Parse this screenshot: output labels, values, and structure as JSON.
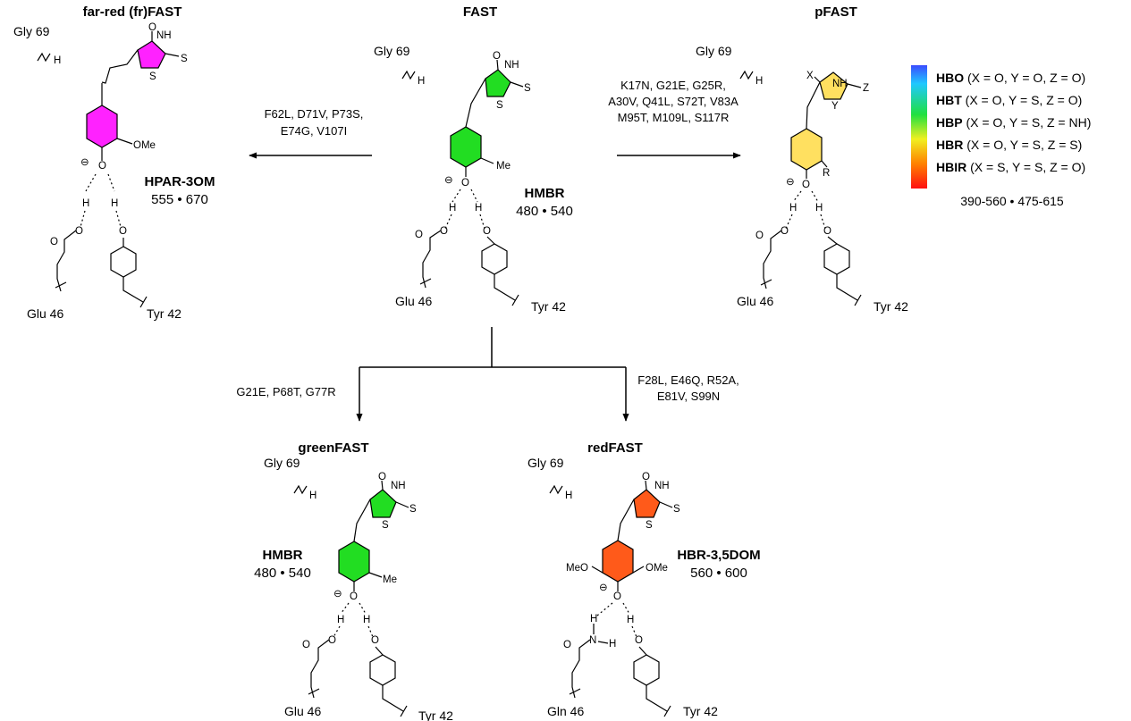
{
  "colors": {
    "magenta": "#ff22ff",
    "green": "#22dd22",
    "yellow": "#ffe060",
    "orange": "#ff5a1a"
  },
  "panels": {
    "frfast": {
      "title": "far-red (fr)FAST",
      "gly": "Gly 69",
      "glu": "Glu 46",
      "tyr": "Tyr 42",
      "sub": "OMe",
      "name": "HPAR-3OM",
      "values": "555 • 670"
    },
    "fast": {
      "title": "FAST",
      "gly": "Gly 69",
      "glu": "Glu 46",
      "tyr": "Tyr 42",
      "sub": "Me",
      "name": "HMBR",
      "values": "480 • 540"
    },
    "pfast": {
      "title": "pFAST",
      "gly": "Gly 69",
      "glu": "Glu 46",
      "tyr": "Tyr 42",
      "sub": "R",
      "x": "X",
      "y": "Y",
      "z": "Z"
    },
    "greenfast": {
      "title": "greenFAST",
      "gly": "Gly 69",
      "glu": "Glu 46",
      "tyr": "Tyr 42",
      "sub": "Me",
      "name": "HMBR",
      "values": "480 • 540"
    },
    "redfast": {
      "title": "redFAST",
      "gly": "Gly 69",
      "gln": "Gln 46",
      "tyr": "Tyr 42",
      "sub1": "MeO",
      "sub2": "OMe",
      "name": "HBR-3,5DOM",
      "values": "560 • 600"
    }
  },
  "mutations": {
    "to_frfast": [
      "F62L, D71V, P73S,",
      "E74G, V107I"
    ],
    "to_pfast": [
      "K17N, G21E, G25R,",
      "A30V, Q41L, S72T, V83A",
      "M95T, M109L, S117R"
    ],
    "to_greenfast": [
      "G21E, P68T, G77R"
    ],
    "to_redfast": [
      "F28L, E46Q, R52A,",
      "E81V, S99N"
    ]
  },
  "legend": {
    "entries": [
      {
        "name": "HBO",
        "desc": " (X = O, Y = O, Z = O)"
      },
      {
        "name": "HBT",
        "desc": " (X = O, Y = S, Z = O)"
      },
      {
        "name": "HBP",
        "desc": " (X = O, Y = S, Z = NH)"
      },
      {
        "name": "HBR",
        "desc": " (X = O, Y = S, Z = S)"
      },
      {
        "name": "HBIR",
        "desc": " (X = S, Y = S, Z = O)"
      }
    ],
    "range": "390-560 • 475-615"
  }
}
